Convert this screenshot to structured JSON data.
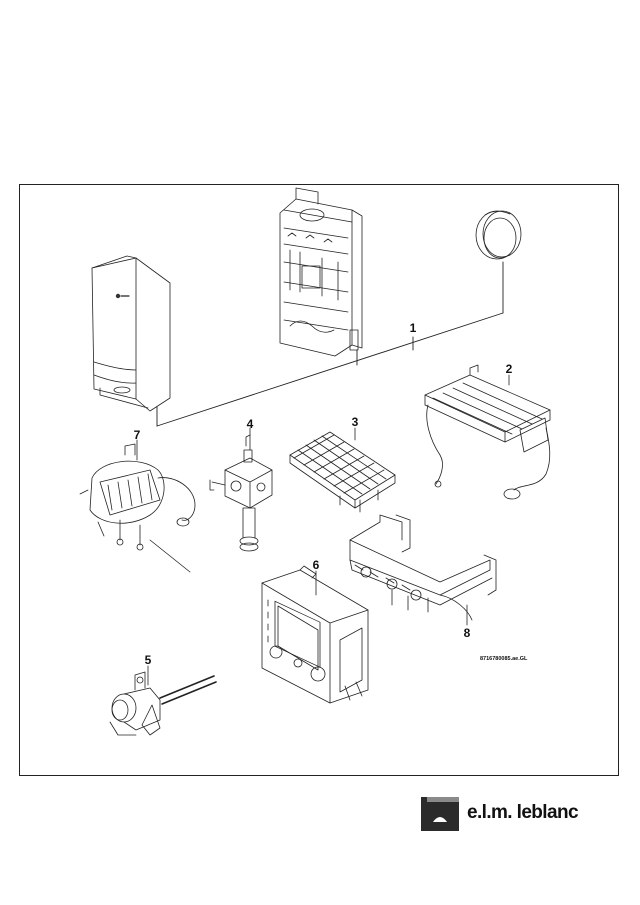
{
  "callouts": [
    "1",
    "2",
    "3",
    "4",
    "5",
    "6",
    "7",
    "8"
  ],
  "reference_code": "8716780085.ae.GL",
  "brand": {
    "name": "e.l.m. leblanc",
    "logo_icon": "leblanc-logo-mark-icon",
    "colors": {
      "dark": "#2b2b2b",
      "mid": "#8a8a8a",
      "ink": "#111111"
    }
  },
  "icons": {
    "casing": "boiler-casing-icon",
    "frame": "boiler-frame-icon",
    "vessel": "expansion-vessel-icon",
    "exchanger": "heat-exchanger-icon",
    "burner": "burner-icon",
    "gas_valve": "gas-valve-icon",
    "fan": "fan-assembly-icon",
    "control": "control-unit-icon",
    "hydraulic": "hydraulic-block-icon",
    "pump": "circulator-pump-icon"
  }
}
